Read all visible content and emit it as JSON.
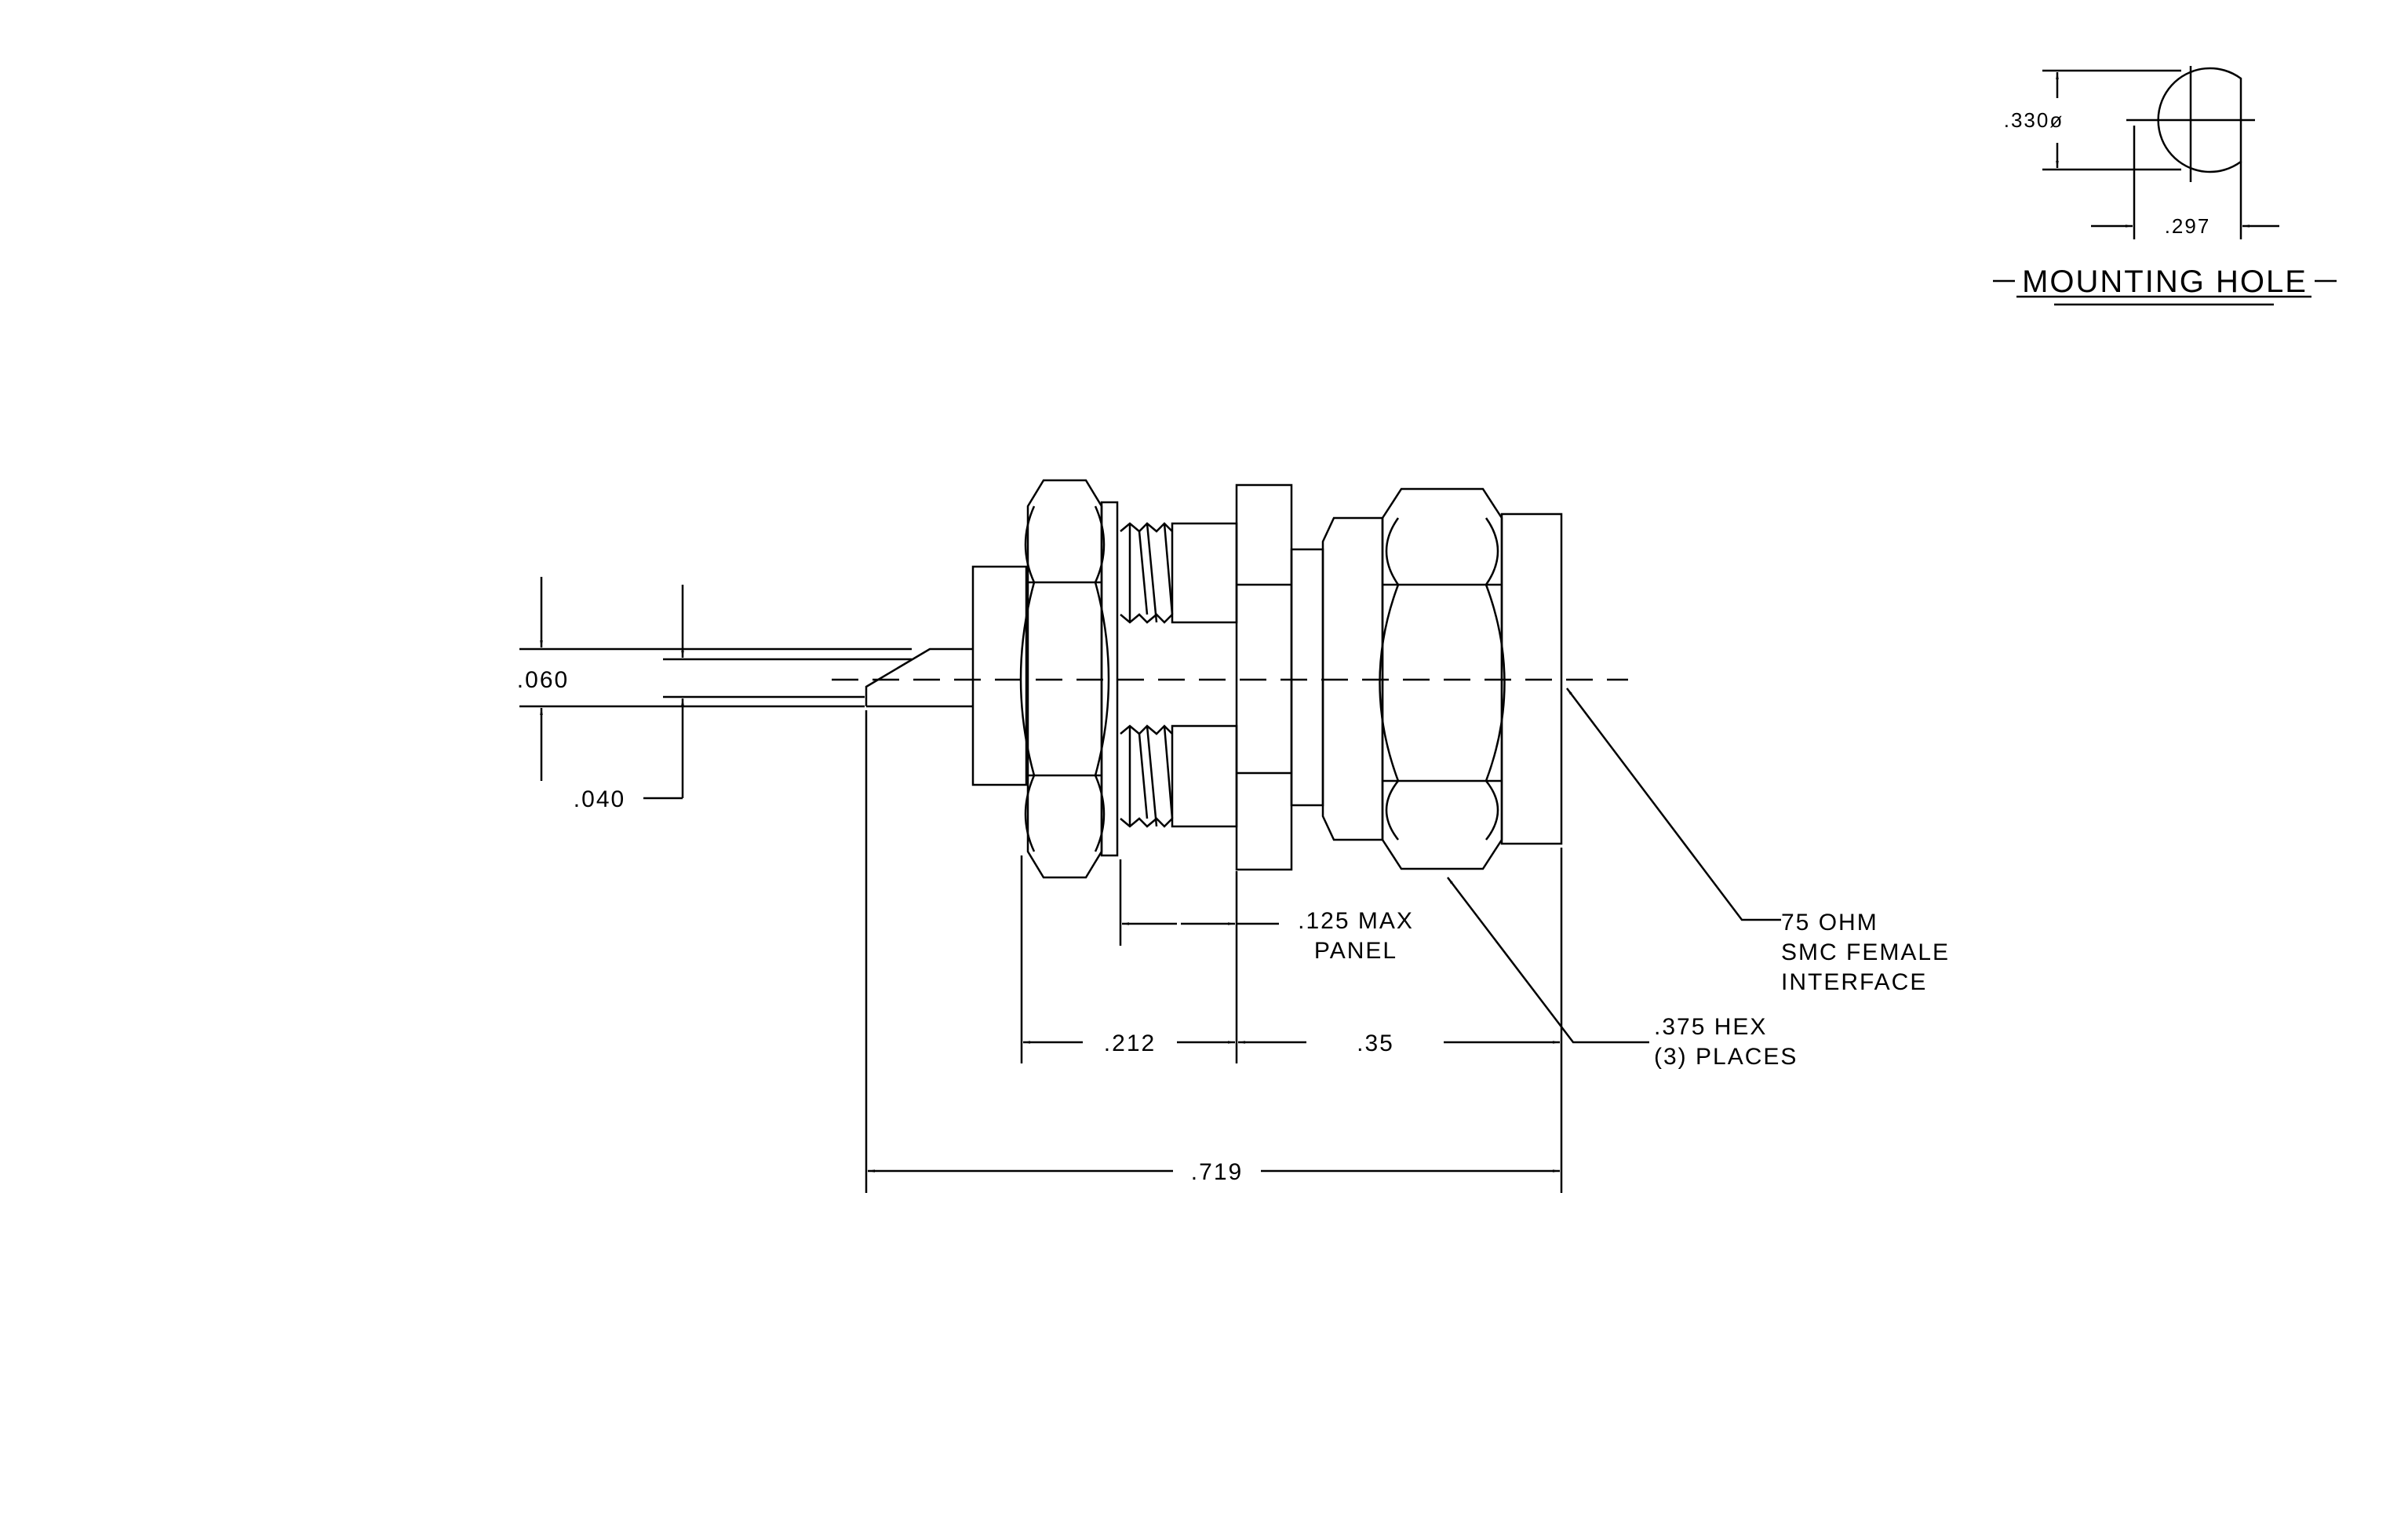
{
  "mounting_hole": {
    "diameter_label": ".330ø",
    "flat_label": ".297",
    "title": "MOUNTING HOLE"
  },
  "dimensions": {
    "d_060": ".060",
    "d_040": ".040",
    "d_212": ".212",
    "d_35": ".35",
    "d_719": ".719"
  },
  "notes": {
    "panel": {
      "line1": ".125 MAX",
      "line2": "PANEL"
    },
    "interface": {
      "line1": "75 OHM",
      "line2": "SMC FEMALE",
      "line3": "INTERFACE"
    },
    "hex": {
      "line1": ".375 HEX",
      "line2": "(3) PLACES"
    }
  }
}
